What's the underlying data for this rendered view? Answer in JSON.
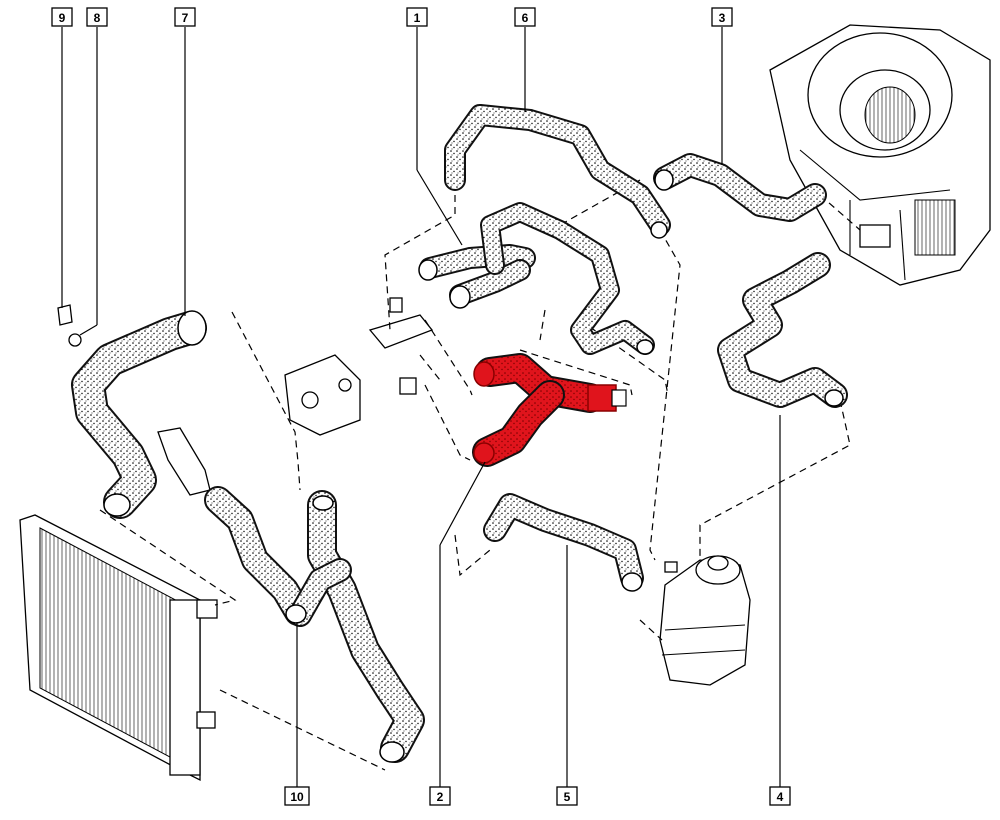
{
  "diagram": {
    "callouts": [
      {
        "id": "1",
        "label": "1"
      },
      {
        "id": "2",
        "label": "2"
      },
      {
        "id": "3",
        "label": "3"
      },
      {
        "id": "4",
        "label": "4"
      },
      {
        "id": "5",
        "label": "5"
      },
      {
        "id": "6",
        "label": "6"
      },
      {
        "id": "7",
        "label": "7"
      },
      {
        "id": "8",
        "label": "8"
      },
      {
        "id": "9",
        "label": "9"
      },
      {
        "id": "10",
        "label": "10"
      }
    ],
    "highlighted_part": "2",
    "colors": {
      "hose_fill": "#ffffff",
      "hose_outline": "#111111",
      "highlight_fill": "#e0141c",
      "highlight_outline": "#8a0000",
      "line": "#000000"
    }
  }
}
